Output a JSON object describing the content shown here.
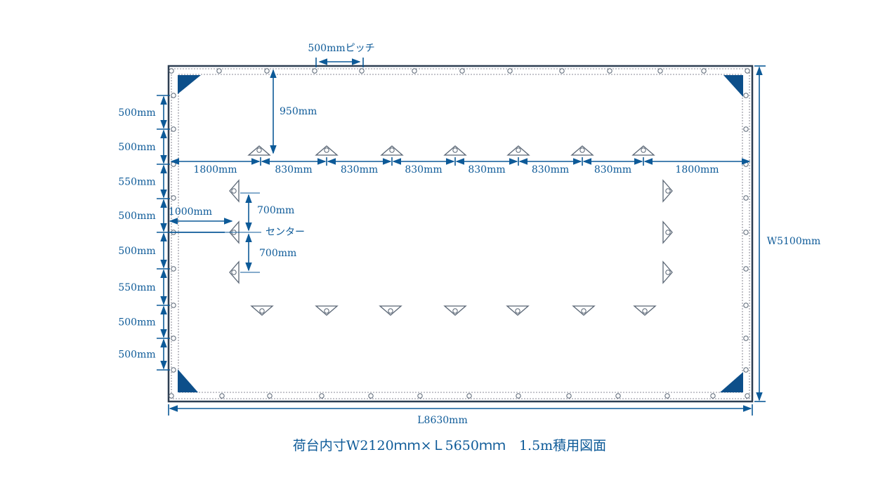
{
  "title": "荷台内寸W2120ｍｍ×Ｌ5650ｍｍ　1.5m積用図面",
  "pitch_label": "500mmピッチ",
  "top_offset_label": "950mm",
  "horizontal_spacing_labels": [
    "1800mm",
    "830mm",
    "830mm",
    "830mm",
    "830mm",
    "830mm",
    "830mm",
    "1800mm"
  ],
  "left_spacing_labels": [
    "500mm",
    "500mm",
    "550mm",
    "500mm",
    "500mm",
    "550mm",
    "500mm",
    "500mm"
  ],
  "side_offset_label": "1000mm",
  "center_upper_label": "700mm",
  "center_lower_label": "700mm",
  "center_label": "センター",
  "length_label": "L8630mm",
  "width_label": "W5100mm",
  "colors": {
    "dimension": "#0d5a98",
    "border": "#2d3e52",
    "corner": "#0d4f8a",
    "hardware": "#5a6675"
  }
}
